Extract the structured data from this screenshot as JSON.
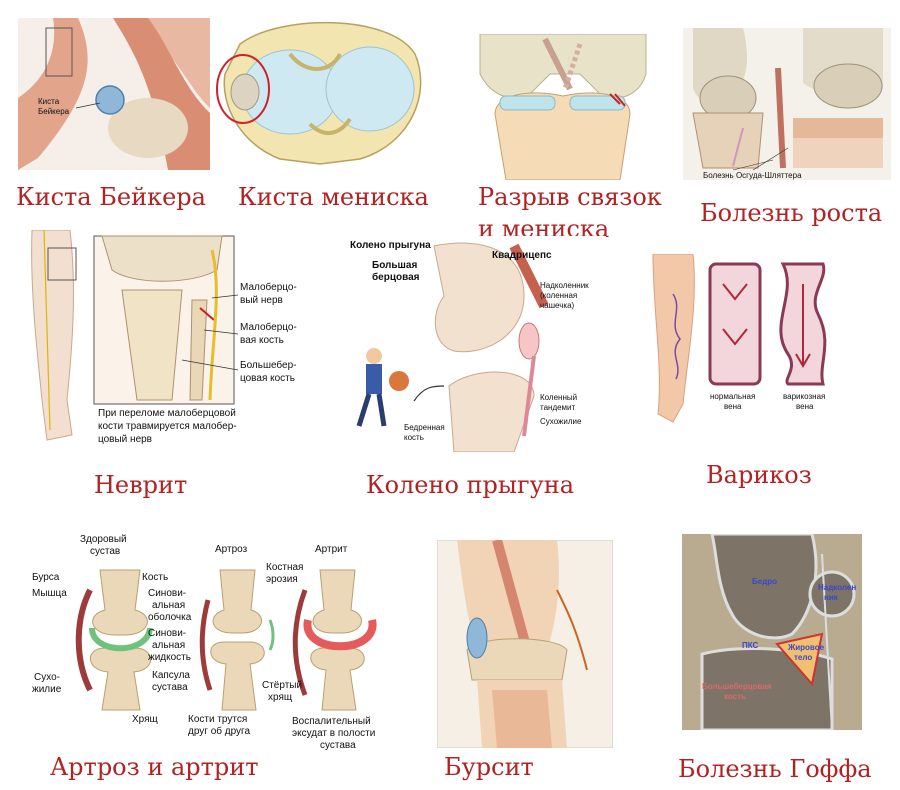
{
  "colors": {
    "caption": "#b22222",
    "bone": "#ead8b8",
    "muscle": "#d97a68",
    "cartilage": "#bfe3ea",
    "vein": "#8a3a55",
    "healthy_fluid": "#6fc27c",
    "inflamed": "#e55b5b"
  },
  "captions": {
    "baker": "Киста Бейкера",
    "meniscus": "Киста мениска",
    "rupture_line1": "Разрыв связок",
    "rupture_line2": "и мениска",
    "growth": "Болезнь роста",
    "neuritis": "Неврит",
    "jumper": "Колено прыгуна",
    "varicose": "Варикоз",
    "arthrosis": "Артроз и артрит",
    "bursitis": "Бурсит",
    "hoffa": "Болезнь Гоффа"
  },
  "labels": {
    "baker": {
      "cyst_line1": "Киста",
      "cyst_line2": "Бейкера"
    },
    "growth": {
      "osgood": "Болезнь Осгуда-Шляттера"
    },
    "neuritis": {
      "nerve_line1": "Малоберцо-",
      "nerve_line2": "вый нерв",
      "fibula_line1": "Малоберцо-",
      "fibula_line2": "вая кость",
      "tibia_line1": "Большебер-",
      "tibia_line2": "цовая кость",
      "note_line1": "При переломе малоберцовой",
      "note_line2": "кости травмируется малобер-",
      "note_line3": "цовый нерв"
    },
    "jumper": {
      "title": "Колено прыгуна",
      "quadriceps": "Квадрицепс",
      "tibia_line1": "Большая",
      "tibia_line2": "берцовая",
      "patella_line1": "Надколенник",
      "patella_line2": "(коленная",
      "patella_line3": "чашечка)",
      "tendon_line1": "Коленный",
      "tendon_line2": "тандемит",
      "ligament": "Сухожилие",
      "femur_line1": "Бедренная",
      "femur_line2": "кость"
    },
    "varicose": {
      "normal_line1": "нормальная",
      "normal_line2": "вена",
      "varicose_line1": "варикозная",
      "varicose_line2": "вена"
    },
    "arthrosis": {
      "healthy_line1": "Здоровый",
      "healthy_line2": "сустав",
      "arthrosis": "Артроз",
      "arthritis": "Артрит",
      "bursa": "Бурса",
      "muscle": "Мышца",
      "bone": "Кость",
      "synovial_line1": "Синови-",
      "synovial_line2": "альная",
      "synovial_line3": "оболочка",
      "fluid_line1": "Синови-",
      "fluid_line2": "альная",
      "fluid_line3": "жидкость",
      "tendon_line1": "Сухо-",
      "tendon_line2": "жилие",
      "capsule_line1": "Капсула",
      "capsule_line2": "сустава",
      "cartilage": "Хрящ",
      "rubbing_line1": "Кости трутся",
      "rubbing_line2": "друг об друга",
      "worn_line1": "Стёртый",
      "worn_line2": "хрящ",
      "erosion_line1": "Костная",
      "erosion_line2": "эрозия",
      "exudate_line1": "Воспалительный",
      "exudate_line2": "эксудат в полости",
      "exudate_line3": "сустава"
    },
    "hoffa": {
      "femur": "Бедро",
      "patella_line1": "Надколен",
      "patella_line2": "ник",
      "acl": "ПКС",
      "fat_line1": "Жировое",
      "fat_line2": "тело",
      "tibia_line1": "Большеберцовая",
      "tibia_line2": "кость"
    }
  }
}
